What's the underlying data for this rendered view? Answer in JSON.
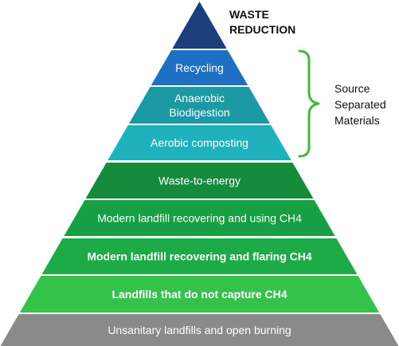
{
  "pyramid": {
    "apex_label_lines": [
      "WASTE",
      "REDUCTION"
    ],
    "tiers": [
      {
        "lines": [
          "Recycling"
        ],
        "color": "#1f6fc3",
        "bold": false
      },
      {
        "lines": [
          "Anaerobic",
          "Biodigestion"
        ],
        "color": "#1b9aa6",
        "bold": false
      },
      {
        "lines": [
          "Aerobic composting"
        ],
        "color": "#20b2bc",
        "bold": false
      },
      {
        "lines": [
          "Waste-to-energy"
        ],
        "color": "#148c3c",
        "bold": false
      },
      {
        "lines": [
          "Modern landfill recovering and using CH4"
        ],
        "color": "#16a043",
        "bold": false
      },
      {
        "lines": [
          "Modern landfill recovering and flaring CH4"
        ],
        "color": "#1cab46",
        "bold": true
      },
      {
        "lines": [
          "Landfills that do not capture CH4"
        ],
        "color": "#34c24a",
        "bold": true
      },
      {
        "lines": [
          "Unsanitary landfills and open burning"
        ],
        "color": "#8a8a8a",
        "bold": false
      }
    ],
    "apex_color": "#1a3f7a"
  },
  "bracket": {
    "label_lines": [
      "Source",
      "Separated",
      "Materials"
    ],
    "color": "#3bbf3b"
  }
}
